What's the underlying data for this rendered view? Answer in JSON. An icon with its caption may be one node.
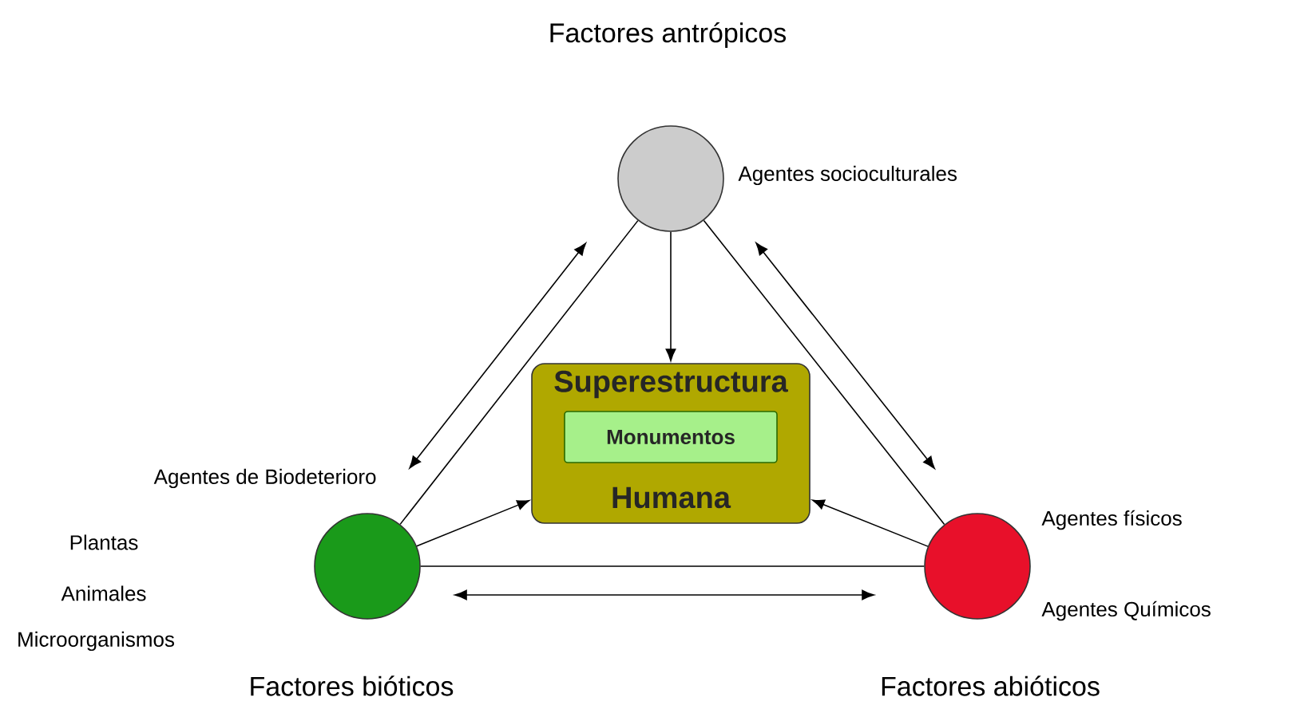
{
  "diagram": {
    "nodes": [
      {
        "text": [],
        "shape": "circle",
        "beside": [
          "Factores antrópicos",
          "Agentes socioculturales"
        ]
      },
      {
        "text": [
          "Superestructura",
          "Humana"
        ]
      },
      {
        "text": [
          "Monumentos"
        ],
        "in": 1
      },
      {
        "text": [],
        "shape": "circle",
        "beside": [
          "Agentes de Biodeterioro",
          "Plantas",
          "Animales",
          "Microorganismos",
          "Factores bióticos"
        ]
      },
      {
        "text": [],
        "shape": "circle",
        "beside": [
          "Agentes físicos",
          "Agentes Químicos",
          "Factores abióticos"
        ]
      }
    ],
    "edges": [
      {
        "from": 0,
        "to": 3,
        "arrow": "none"
      },
      {
        "from": 3,
        "to": 0,
        "arrow": "both"
      },
      {
        "from": 0,
        "to": 4,
        "arrow": "none"
      },
      {
        "from": 0,
        "to": 4,
        "arrow": "both"
      },
      {
        "from": 3,
        "to": 4,
        "arrow": "none"
      },
      {
        "from": 3,
        "to": 4,
        "arrow": "both"
      },
      {
        "from": 0,
        "to": 1,
        "arrow": "to"
      },
      {
        "from": 3,
        "to": 1,
        "arrow": "to"
      },
      {
        "from": 4,
        "to": 1,
        "arrow": "to"
      }
    ]
  }
}
